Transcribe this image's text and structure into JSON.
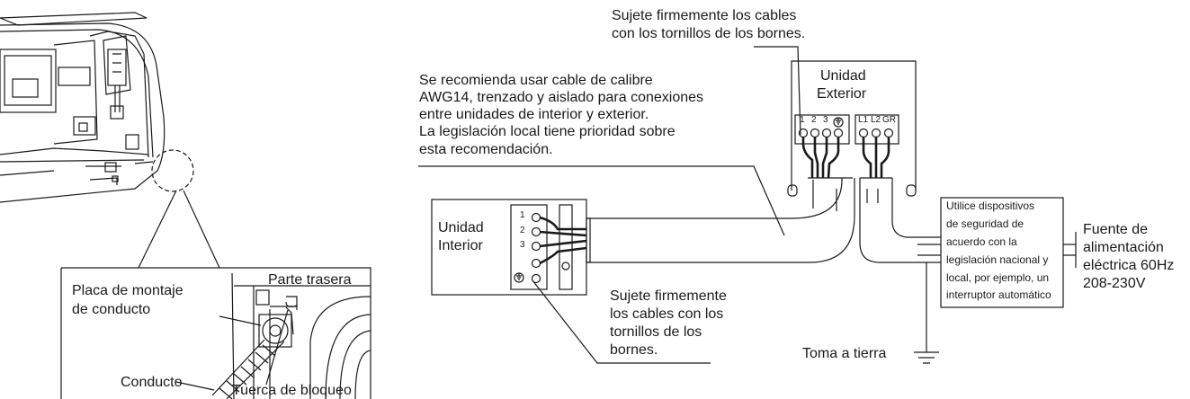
{
  "callouts": {
    "sujete_top_1": "Sujete firmemente los cables",
    "sujete_top_2": "con los tornillos de los bornes.",
    "recomienda_1": "Se recomienda usar cable de calibre",
    "recomienda_2": "AWG14, trenzado y aislado para conexiones",
    "recomienda_3": "entre unidades de interior y exterior.",
    "recomienda_4": "La legislación local tiene prioridad sobre",
    "recomienda_5": "esta recomendación.",
    "sujete_bottom_1": "Sujete firmemente",
    "sujete_bottom_2": "los cables con los",
    "sujete_bottom_3": "tornillos de los",
    "sujete_bottom_4": "bornes."
  },
  "outdoor_unit": {
    "label_1": "Unidad",
    "label_2": "Exterior",
    "terminals_left": [
      "1",
      "2",
      "3",
      "⏚"
    ],
    "terminals_right": [
      "L1",
      "L2",
      "GR"
    ]
  },
  "indoor_unit": {
    "label_1": "Unidad",
    "label_2": "Interior",
    "terminals": [
      "1",
      "2",
      "3",
      "⏚"
    ]
  },
  "safety_box": {
    "line_1": "Utilice dispositivos",
    "line_2": "de seguridad de",
    "line_3": "acuerdo con la",
    "line_4": "legislación nacional y",
    "line_5": "local, por ejemplo, un",
    "line_6": "interruptor automático"
  },
  "power_source": {
    "line_1": "Fuente de",
    "line_2": "alimentación",
    "line_3": "eléctrica 60Hz",
    "line_4": "208-230V"
  },
  "ground": {
    "label": "Toma a tierra"
  },
  "inset": {
    "parte_trasera": "Parte trasera",
    "placa_1": "Placa de montaje",
    "placa_2": "de conducto",
    "conducto": "Conducto",
    "tuerca": "Tuerca de bloqueo"
  },
  "colors": {
    "line": "#1a1a1a",
    "background": "#ffffff"
  }
}
